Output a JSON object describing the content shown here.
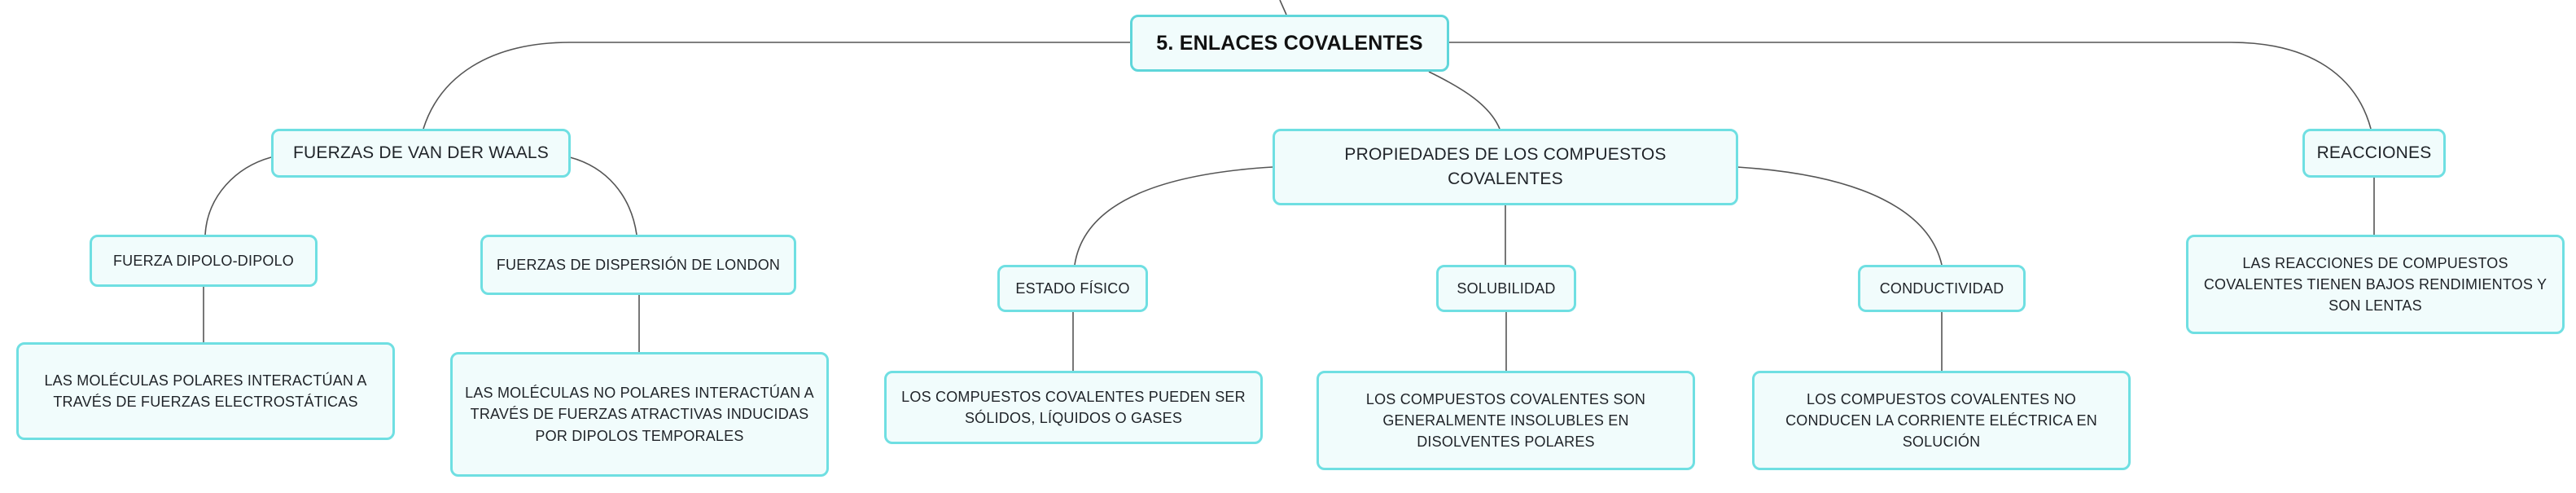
{
  "diagram": {
    "colors": {
      "node_fill": "#f1fcfc",
      "node_border": "#6fdfe2",
      "connector": "#555555",
      "text": "#1f2328"
    },
    "root": {
      "label": "5. ENLACES COVALENTES"
    },
    "branches": {
      "van_der_waals": {
        "label": "FUERZAS DE VAN DER WAALS"
      },
      "propiedades": {
        "label": "PROPIEDADES DE LOS COMPUESTOS COVALENTES"
      },
      "reacciones": {
        "label": "REACCIONES"
      }
    },
    "subtopics": {
      "dipolo": {
        "label": "FUERZA DIPOLO-DIPOLO"
      },
      "london": {
        "label": "FUERZAS DE DISPERSIÓN DE LONDON"
      },
      "estado": {
        "label": "ESTADO FÍSICO"
      },
      "solubilidad": {
        "label": "SOLUBILIDAD"
      },
      "conductividad": {
        "label": "CONDUCTIVIDAD"
      }
    },
    "details": {
      "dipolo": {
        "text": "LAS MOLÉCULAS POLARES INTERACTÚAN A TRAVÉS DE FUERZAS ELECTROSTÁTICAS"
      },
      "london": {
        "text": "LAS MOLÉCULAS NO POLARES INTERACTÚAN A TRAVÉS DE FUERZAS ATRACTIVAS INDUCIDAS POR DIPOLOS TEMPORALES"
      },
      "estado": {
        "text": "LOS COMPUESTOS COVALENTES PUEDEN SER SÓLIDOS, LÍQUIDOS O GASES"
      },
      "solubilidad": {
        "text": "LOS COMPUESTOS COVALENTES SON GENERALMENTE INSOLUBLES EN DISOLVENTES POLARES"
      },
      "conductividad": {
        "text": "LOS COMPUESTOS COVALENTES NO CONDUCEN LA CORRIENTE ELÉCTRICA EN SOLUCIÓN"
      },
      "reacciones": {
        "text": "LAS REACCIONES DE COMPUESTOS COVALENTES TIENEN BAJOS RENDIMIENTOS Y SON LENTAS"
      }
    }
  }
}
